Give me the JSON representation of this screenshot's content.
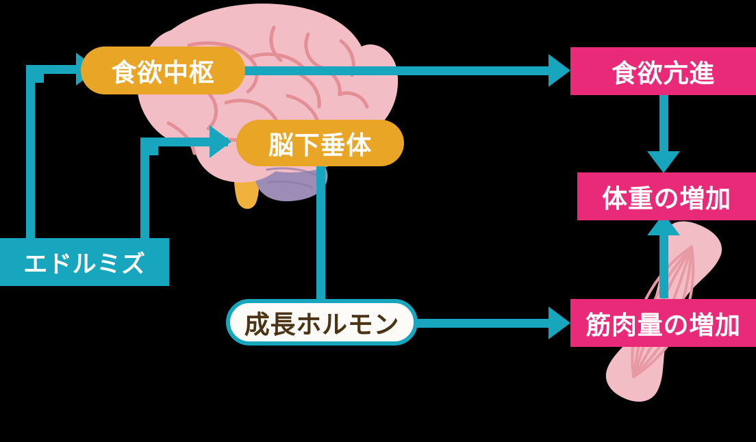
{
  "diagram": {
    "title": "",
    "background_color": "#000000",
    "colors": {
      "teal": "#18A6BE",
      "orange": "#E9A526",
      "pink": "#E82A78",
      "brain_pink": "#F2BDC4",
      "brain_line": "#E48E95",
      "cerebellum_purple": "#9D8CB5",
      "brainstem_orange": "#F0B23C",
      "muscle_pink": "#F2BDC4",
      "muscle_line": "#E79AA3",
      "white_pill_fill": "#FDFBF7",
      "white_pill_text": "#4A3415"
    },
    "nodes": [
      {
        "id": "drug",
        "label": "エドルミズ",
        "style": "teal"
      },
      {
        "id": "appetite_center",
        "label": "食欲中枢",
        "style": "orange"
      },
      {
        "id": "pituitary",
        "label": "脳下垂体",
        "style": "orange"
      },
      {
        "id": "growth_hormone",
        "label": "成長ホルモン",
        "style": "white"
      },
      {
        "id": "appetite_up",
        "label": "食欲亢進",
        "style": "pink"
      },
      {
        "id": "weight_gain",
        "label": "体重の増加",
        "style": "pink"
      },
      {
        "id": "muscle_gain",
        "label": "筋肉量の増加",
        "style": "pink"
      }
    ],
    "edges": [
      {
        "from": "drug",
        "to": "appetite_center",
        "kind": "elbow-up-right"
      },
      {
        "from": "drug",
        "to": "pituitary",
        "kind": "elbow-up-right"
      },
      {
        "from": "appetite_center",
        "to": "appetite_up",
        "kind": "horizontal-right"
      },
      {
        "from": "appetite_up",
        "to": "weight_gain",
        "kind": "vertical-down"
      },
      {
        "from": "pituitary",
        "to": "growth_hormone",
        "kind": "vertical-line"
      },
      {
        "from": "growth_hormone",
        "to": "muscle_gain",
        "kind": "horizontal-right"
      },
      {
        "from": "muscle_gain",
        "to": "weight_gain",
        "kind": "vertical-up"
      }
    ],
    "illustrations": [
      {
        "id": "brain",
        "name": "brain-illustration"
      },
      {
        "id": "muscle",
        "name": "muscle-illustration"
      }
    ]
  }
}
